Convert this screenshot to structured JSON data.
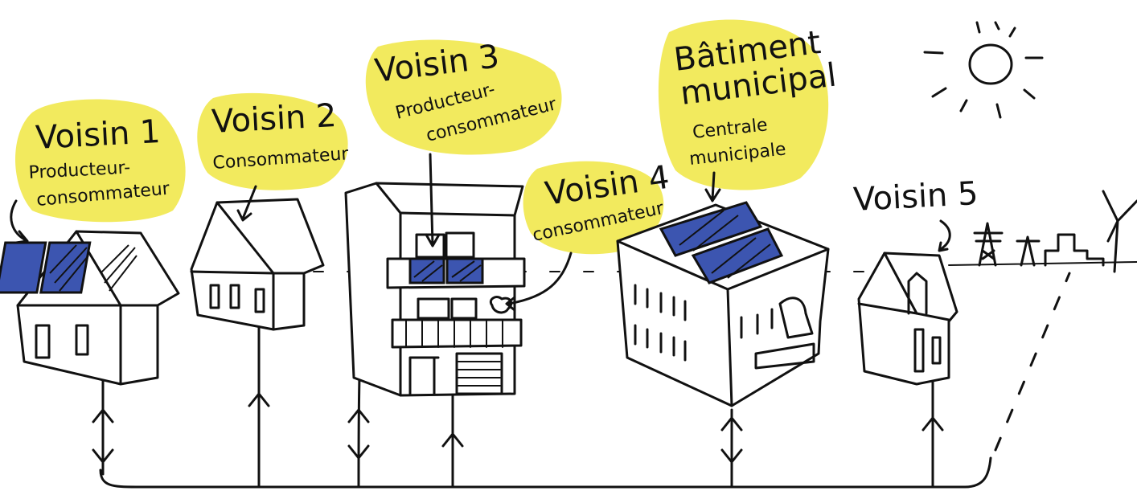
{
  "labels": {
    "voisin1": {
      "name": "Voisin 1",
      "role_line1": "Producteur-",
      "role_line2": "consommateur"
    },
    "voisin2": {
      "name": "Voisin 2",
      "role_line1": "Consommateur"
    },
    "voisin3": {
      "name": "Voisin 3",
      "role_line1": "Producteur-",
      "role_line2": "consommateur"
    },
    "voisin4": {
      "name": "Voisin 4",
      "role_line1": "consommateur"
    },
    "batiment": {
      "name_line1": "Bâtiment",
      "name_line2": "municipal",
      "role_line1": "Centrale",
      "role_line2": "municipale"
    },
    "voisin5": {
      "name": "Voisin 5"
    }
  },
  "colors": {
    "highlight": "#f2ea5e",
    "solar_panel": "#3c55b0",
    "ink": "#111111"
  }
}
